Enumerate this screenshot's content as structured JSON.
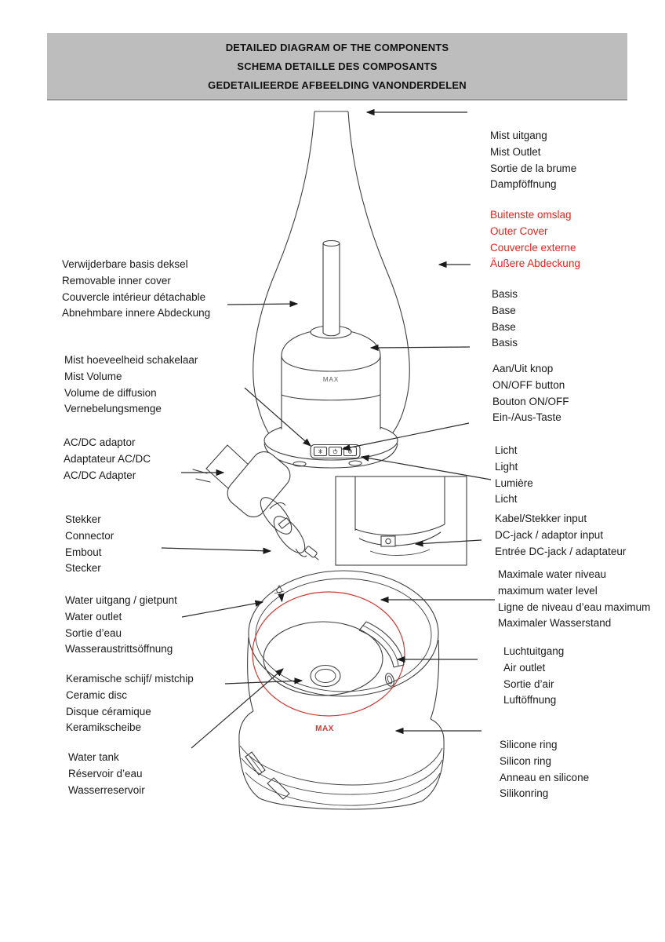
{
  "colors": {
    "page_bg": "#ffffff",
    "header_bg": "#bdbdbd",
    "header_border": "#979797",
    "text": "#1a1a1a",
    "red_label": "#e02420",
    "line": "#3f3f3f",
    "red_line": "#cf3a33"
  },
  "header": {
    "titles": [
      "DETAILED DIAGRAM OF THE COMPONENTS",
      "SCHEMA DETAILLE DES COMPOSANTS",
      "GEDETAILIEERDE AFBEELDING VANONDERDELEN"
    ]
  },
  "diagram": {
    "base_max_label": "MAX",
    "tank_max_label": "MAX"
  },
  "labels_left": [
    {
      "id": "removable-inner-cover",
      "lines": [
        "Verwijderbare basis deksel",
        "Removable inner cover",
        "Couvercle intérieur détachable",
        "Abnehmbare innere Abdeckung"
      ]
    },
    {
      "id": "mist-volume",
      "lines": [
        "Mist hoeveelheid schakelaar",
        "Mist Volume",
        "Volume de diffusion",
        "Vernebelungsmenge"
      ]
    },
    {
      "id": "ac-dc-adaptor",
      "lines": [
        "AC/DC adaptor",
        "Adaptateur AC/DC",
        "AC/DC Adapter"
      ]
    },
    {
      "id": "connector",
      "lines": [
        "Stekker",
        "Connector",
        "Embout",
        "Stecker"
      ]
    },
    {
      "id": "water-outlet",
      "lines": [
        "Water uitgang / gietpunt",
        "Water outlet",
        "Sortie d’eau",
        "Wasseraustrittsöffnung"
      ]
    },
    {
      "id": "ceramic-disc",
      "lines": [
        "Keramische schijf/ mistchip",
        "Ceramic disc",
        "Disque céramique",
        "Keramikscheibe"
      ]
    },
    {
      "id": "water-tank",
      "lines": [
        "Water tank",
        "Réservoir d’eau",
        "Wasserreservoir"
      ]
    }
  ],
  "labels_right": [
    {
      "id": "mist-outlet",
      "lines": [
        "Mist uitgang",
        "Mist Outlet",
        "Sortie de la brume",
        "Dampföffnung"
      ]
    },
    {
      "id": "outer-cover",
      "red": true,
      "lines": [
        "Buitenste omslag",
        "Outer Cover",
        "Couvercle externe",
        "Äußere Abdeckung"
      ]
    },
    {
      "id": "base",
      "lines": [
        "Basis",
        "Base",
        "Base",
        "Basis"
      ]
    },
    {
      "id": "on-off-button",
      "lines": [
        "Aan/Uit knop",
        "ON/OFF button",
        "Bouton ON/OFF",
        "Ein-/Aus-Taste"
      ]
    },
    {
      "id": "light",
      "lines": [
        "Licht",
        "Light",
        "Lumière",
        "Licht"
      ]
    },
    {
      "id": "dc-jack-input",
      "lines": [
        "Kabel/Stekker input",
        "DC-jack / adaptor input",
        "Entrée DC-jack / adaptateur"
      ]
    },
    {
      "id": "max-water-level",
      "lines": [
        "Maximale water niveau",
        "maximum water level",
        "Ligne de niveau d’eau maximum",
        "Maximaler Wasserstand"
      ]
    },
    {
      "id": "air-outlet",
      "lines": [
        "Luchtuitgang",
        "Air outlet",
        "Sortie d’air",
        "Luftöffnung"
      ]
    },
    {
      "id": "silicone-ring",
      "lines": [
        "Silicone ring",
        "Silicon ring",
        "Anneau en silicone",
        "Silikonring"
      ]
    }
  ]
}
